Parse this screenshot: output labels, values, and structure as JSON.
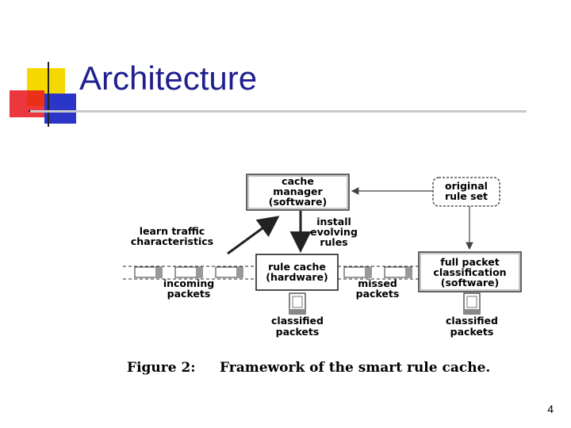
{
  "slide": {
    "title": "Architecture",
    "page_number": "4",
    "colors": {
      "title": "#1f1f8f",
      "deco_yellow": "#f5d800",
      "deco_red": "#e8141b",
      "deco_blue": "#2b35c8"
    }
  },
  "diagram": {
    "nodes": {
      "cache_manager": [
        "cache",
        "manager",
        "(software)"
      ],
      "original_rule_set": [
        "original",
        "rule set"
      ],
      "rule_cache": [
        "rule cache",
        "(hardware)"
      ],
      "full_classification": [
        "full packet",
        "classification",
        "(software)"
      ]
    },
    "labels": {
      "learn_traffic": [
        "learn traffic",
        "characteristics"
      ],
      "install_rules": [
        "install",
        "evolving",
        "rules"
      ],
      "incoming_packets": [
        "incoming",
        "packets"
      ],
      "missed_packets": [
        "missed",
        "packets"
      ],
      "classified_left": [
        "classified",
        "packets"
      ],
      "classified_right": [
        "classified",
        "packets"
      ]
    },
    "caption": {
      "label": "Figure 2:",
      "text": "Framework of the smart rule cache."
    }
  }
}
